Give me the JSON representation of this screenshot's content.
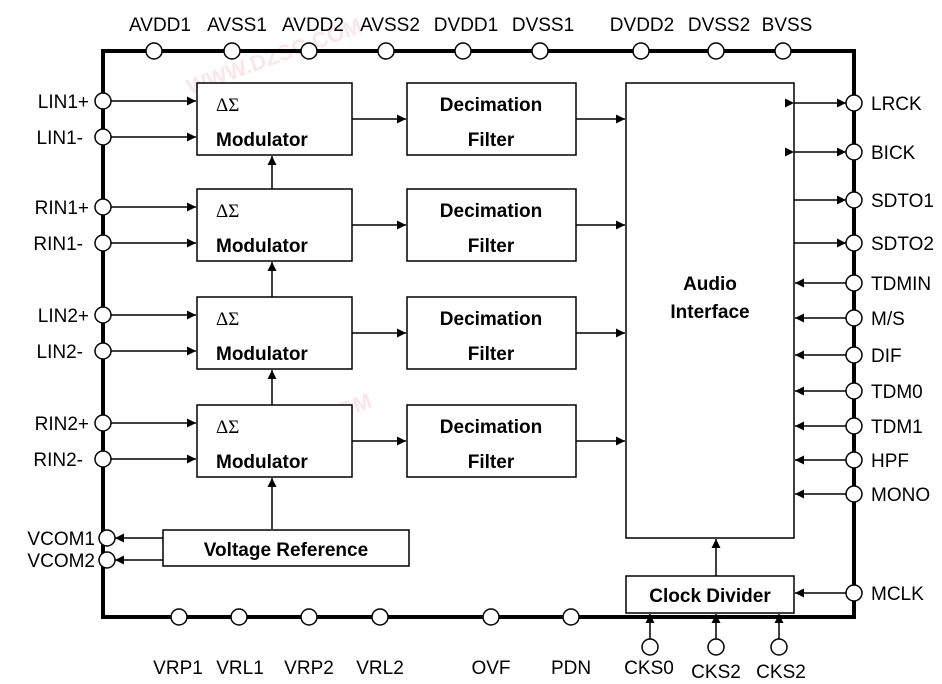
{
  "top_pins": [
    "AVDD1",
    "AVSS1",
    "AVDD2",
    "AVSS2",
    "DVDD1",
    "DVSS1",
    "DVDD2",
    "DVSS2",
    "BVSS"
  ],
  "bottom_pins": [
    "VRP1",
    "VRL1",
    "VRP2",
    "VRL2",
    "OVF",
    "PDN",
    "CKS0",
    "CKS2",
    "CKS2"
  ],
  "left_pins": [
    "LIN1+",
    "LIN1-",
    "RIN1+",
    "RIN1-",
    "LIN2+",
    "LIN2-",
    "RIN2+",
    "RIN2-",
    "VCOM1",
    "VCOM2"
  ],
  "right_pins": [
    "LRCK",
    "BICK",
    "SDTO1",
    "SDTO2",
    "TDMIN",
    "M/S",
    "DIF",
    "TDM0",
    "TDM1",
    "HPF",
    "MONO",
    "MCLK"
  ],
  "modulator": {
    "symbol": "ΔΣ",
    "label": "Modulator"
  },
  "decimation": {
    "line1": "Decimation",
    "line2": "Filter"
  },
  "audio_interface": {
    "line1": "Audio",
    "line2": "Interface"
  },
  "voltage_reference": "Voltage Reference",
  "clock_divider": "Clock Divider",
  "watermark": "WWW.DZSC.COM"
}
